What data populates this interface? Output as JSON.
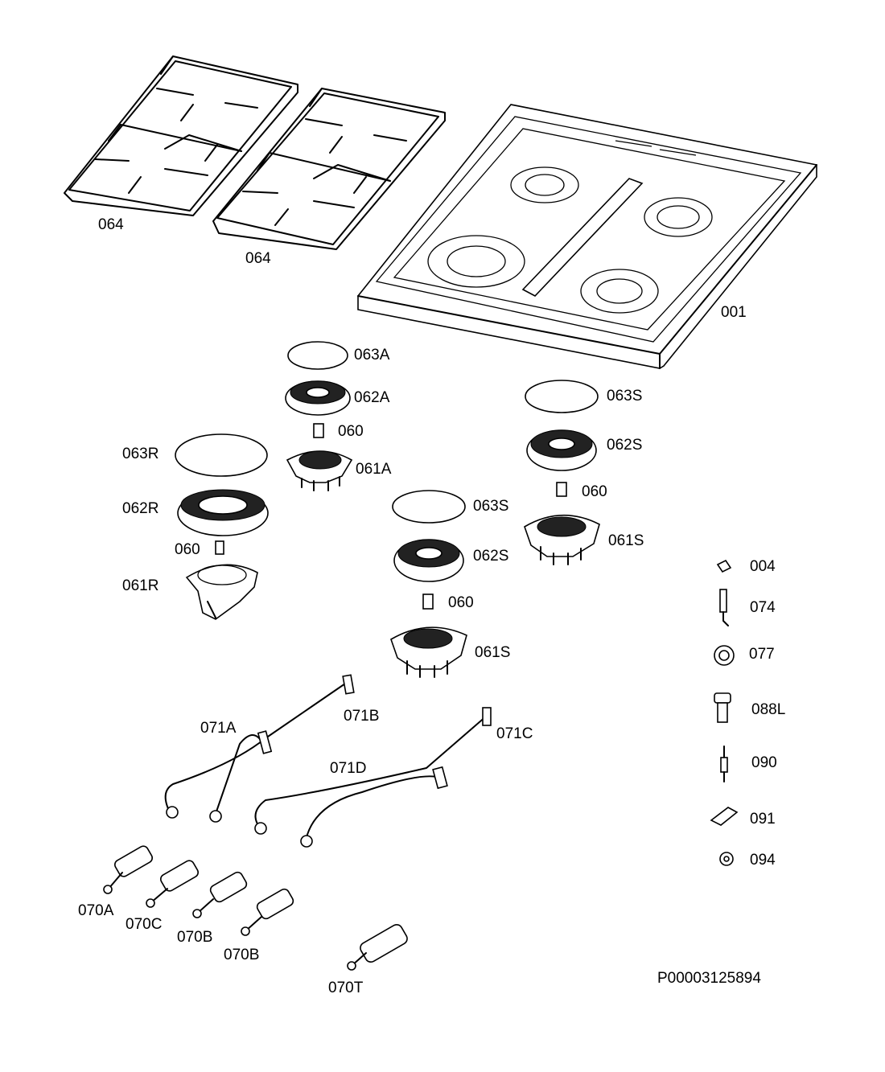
{
  "labels": {
    "grate_left": "064",
    "grate_right": "064",
    "hob_top": "001",
    "cap_aux": "063A",
    "crown_aux": "062A",
    "injector_aux": "060",
    "base_aux": "061A",
    "cap_rapid": "063R",
    "crown_rapid": "062R",
    "injector_rapid": "060",
    "base_rapid": "061R",
    "cap_semi_1": "063S",
    "crown_semi_1": "062S",
    "injector_semi_1": "060",
    "base_semi_1": "061S",
    "cap_semi_2": "063S",
    "crown_semi_2": "062S",
    "injector_semi_2": "060",
    "base_semi_2": "061S",
    "pipe_a": "071A",
    "pipe_b": "071B",
    "pipe_c": "071C",
    "pipe_d": "071D",
    "tap_a": "070A",
    "tap_c": "070C",
    "tap_b1": "070B",
    "tap_b2": "070B",
    "tap_t": "070T",
    "part_004": "004",
    "part_074": "074",
    "part_077": "077",
    "part_088l": "088L",
    "part_090": "090",
    "part_091": "091",
    "part_094": "094",
    "drawing_number": "P00003125894"
  }
}
